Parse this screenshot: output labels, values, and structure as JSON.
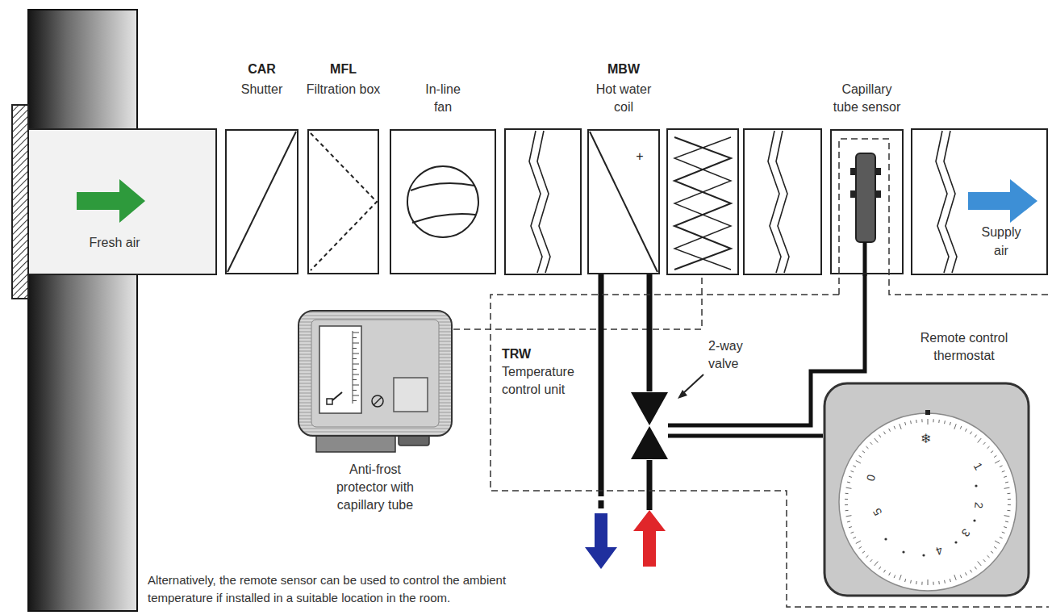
{
  "diagram": {
    "nodes": [
      {
        "text": [
          "CAR",
          "Shutter"
        ]
      },
      {
        "text": [
          "MFL",
          "Filtration box"
        ]
      },
      {
        "text": [
          "In-line fan"
        ]
      },
      {
        "text": [
          "MBW",
          "Hot water coil"
        ]
      },
      {
        "text": [
          "Capillary tube sensor"
        ]
      },
      {
        "text": [
          "Anti-frost protector with capillary tube"
        ]
      },
      {
        "text": [
          "TRW",
          "Temperature control unit"
        ]
      },
      {
        "text": [
          "2-way valve"
        ],
        "in": 6
      },
      {
        "text": [
          "Remote control thermostat"
        ],
        "in": 6
      }
    ],
    "edges": [
      {
        "from": 4,
        "to": 7,
        "arrow": "none"
      },
      {
        "from": 8,
        "to": 7,
        "arrow": "none"
      },
      {
        "from": 7,
        "to": 3,
        "arrow": "none"
      }
    ],
    "labels": [
      "Fresh air",
      "Supply air",
      "+",
      "❄",
      "0",
      "1",
      "2",
      "3",
      "4",
      "5",
      "Alternatively, the remote sensor can be used to control the ambient temperature if installed in a suitable location in the room."
    ]
  }
}
